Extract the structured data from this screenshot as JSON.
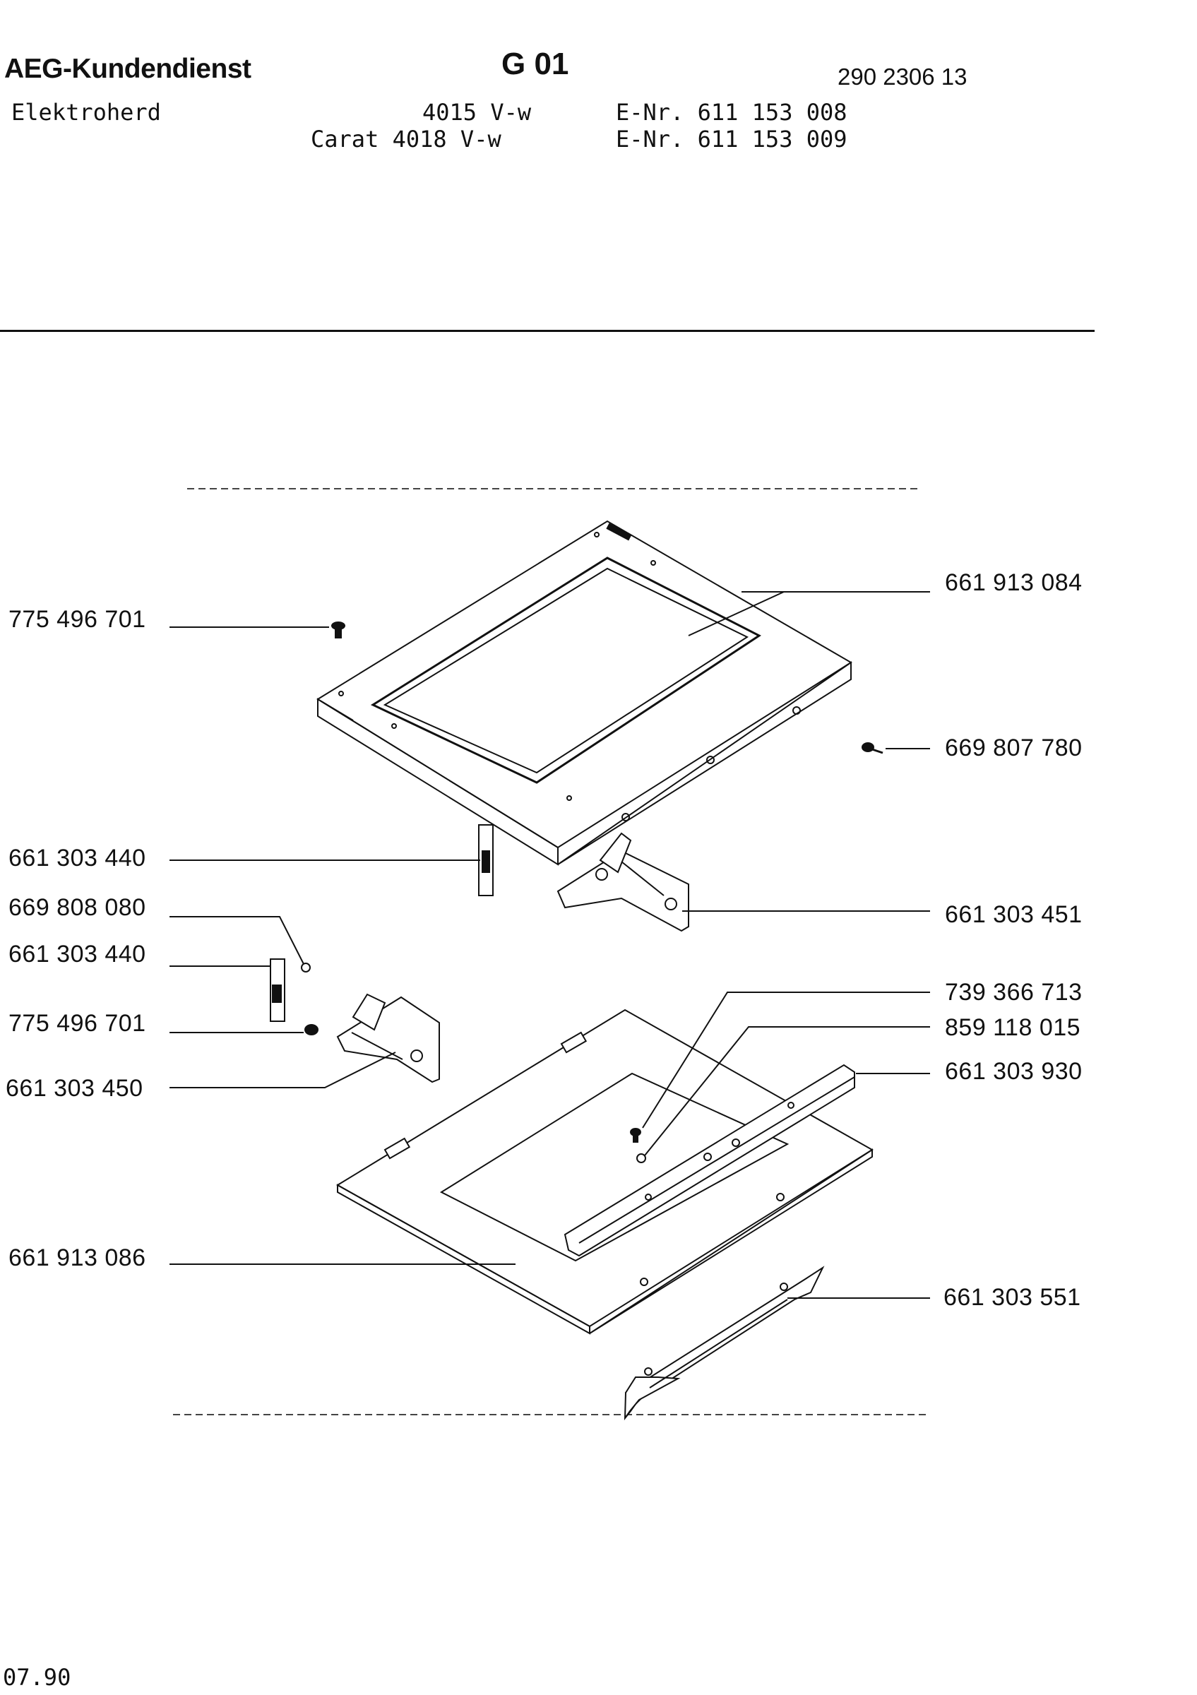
{
  "header": {
    "brand": "AEG-Kundendienst",
    "group_code": "G 01",
    "doc_number": "290 2306 13",
    "product": "Elektroherd",
    "models": [
      "4015 V-w",
      "Carat 4018 V-w"
    ],
    "e_numbers": [
      "E-Nr. 611 153 008",
      "E-Nr. 611 153 009"
    ]
  },
  "parts_left": [
    {
      "part": "775 496 701"
    },
    {
      "part": "661 303 440"
    },
    {
      "part": "669 808 080"
    },
    {
      "part": "661 303 440"
    },
    {
      "part": "775 496 701"
    },
    {
      "part": "661 303 450"
    },
    {
      "part": "661 913 086"
    }
  ],
  "parts_right": [
    {
      "part": "661 913 084"
    },
    {
      "part": "669 807 780"
    },
    {
      "part": "661 303 451"
    },
    {
      "part": "739 366 713"
    },
    {
      "part": "859 118 015"
    },
    {
      "part": "661 303 930"
    },
    {
      "part": "661 303 551"
    }
  ],
  "footer": {
    "date": "07.90"
  }
}
